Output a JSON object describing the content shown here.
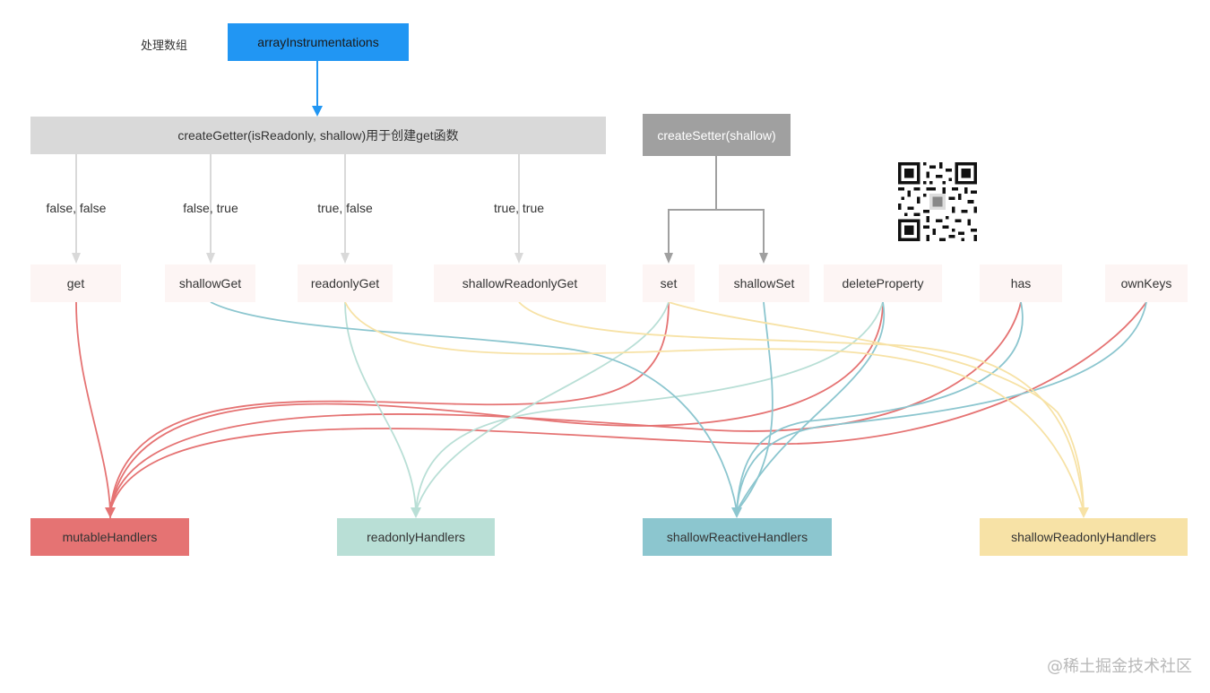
{
  "note": "处理数组",
  "nodes": {
    "arrayInstrumentations": "arrayInstrumentations",
    "createGetter": "createGetter(isReadonly, shallow)用于创建get函数",
    "createSetter": "createSetter(shallow)",
    "get": "get",
    "shallowGet": "shallowGet",
    "readonlyGet": "readonlyGet",
    "shallowReadonlyGet": "shallowReadonlyGet",
    "set": "set",
    "shallowSet": "shallowSet",
    "deleteProperty": "deleteProperty",
    "has": "has",
    "ownKeys": "ownKeys",
    "mutableHandlers": "mutableHandlers",
    "readonlyHandlers": "readonlyHandlers",
    "shallowReactiveHandlers": "shallowReactiveHandlers",
    "shallowReadonlyHandlers": "shallowReadonlyHandlers"
  },
  "edge_labels": {
    "get": "false, false",
    "shallowGet": "false, true",
    "readonlyGet": "true, false",
    "shallowReadonlyGet": "true, true"
  },
  "colors": {
    "blue": "#2196f3",
    "gray_light": "#d9d9d9",
    "gray_dark": "#a0a0a0",
    "mutable": "#e57373",
    "readonly": "#b9dfd6",
    "shallowReactive": "#8cc6cf",
    "shallowReadonly": "#f7e2a6",
    "fn_bg": "#fdf5f4"
  },
  "watermark": "@稀土掘金技术社区",
  "qr_code": "qr-code-image"
}
